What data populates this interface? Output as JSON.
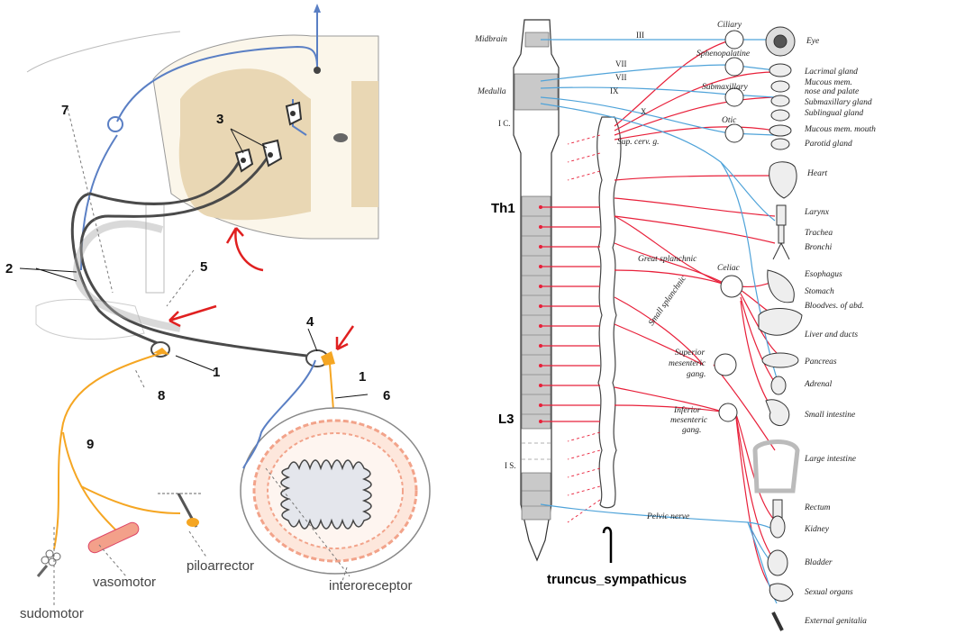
{
  "left_panel": {
    "number_labels": [
      "1",
      "1",
      "2",
      "3",
      "4",
      "5",
      "6",
      "7",
      "8",
      "9"
    ],
    "captions": {
      "piloarrector": "piloarrector",
      "vasomotor": "vasomotor",
      "sudomotor": "sudomotor",
      "interoreceptor": "interoreceptor"
    }
  },
  "right_panel": {
    "cns_levels": {
      "midbrain": "Midbrain",
      "medulla": "Medulla",
      "ic": "I C.",
      "th1": "Th1",
      "l3": "L3",
      "is": "I S."
    },
    "cranial_nerves": [
      "III",
      "VII",
      "VII",
      "IX",
      "X"
    ],
    "ganglia": {
      "ciliary": "Ciliary",
      "sphenopalatine": "Sphenopalatine",
      "submaxillary": "Submaxillary",
      "otic": "Otic",
      "sup_cerv": "Sup. cerv. g.",
      "celiac": "Celiac",
      "superior_mesenteric_1": "Superior",
      "superior_mesenteric_2": "mesenteric",
      "superior_mesenteric_3": "gang.",
      "inferior_mesenteric_1": "Inferior",
      "inferior_mesenteric_2": "mesenteric",
      "inferior_mesenteric_3": "gang."
    },
    "nerves": {
      "great_splanchnic": "Great splanchnic",
      "small_splanchnic": "Small splanchnic",
      "pelvic": "Pelvic nerve"
    },
    "organs": [
      "Eye",
      "Lacrimal gland",
      "Mucous mem.",
      "nose and palate",
      "Submaxillary gland",
      "Sublingual gland",
      "Mucous mem. mouth",
      "Parotid gland",
      "Heart",
      "Larynx",
      "Trachea",
      "Bronchi",
      "Esophagus",
      "Stomach",
      "Bloodves. of abd.",
      "Liver and ducts",
      "Pancreas",
      "Adrenal",
      "Small intestine",
      "Large intestine",
      "Rectum",
      "Kidney",
      "Bladder",
      "Sexual organs",
      "External genitalia"
    ],
    "trunk_label": "truncus_sympathicus"
  },
  "colors": {
    "sympathetic": "#e8203a",
    "parasympathetic": "#4fa3d9",
    "afferent": "#5a7fc4",
    "efferent_gray": "#4a4a4a",
    "postganglionic": "#f5a623",
    "grey_matter": "#e9d7b4",
    "annotation_arrow": "#e02020"
  }
}
